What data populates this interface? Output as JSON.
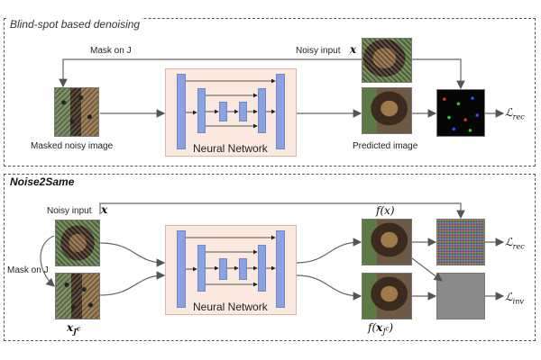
{
  "top_panel": {
    "title": "Blind-spot based denoising",
    "mask_label": "Mask on J",
    "noisy_input_label": "Noisy input",
    "noisy_input_symbol": "x",
    "masked_caption": "Masked noisy image",
    "nn_label": "Neural Network",
    "predicted_caption": "Predicted image",
    "loss_label": "ℒ",
    "loss_sub": "rec"
  },
  "bottom_panel": {
    "title": "Noise2Same",
    "noisy_input_label": "Noisy input",
    "noisy_input_symbol": "x",
    "mask_label": "Mask on J",
    "masked_symbol": "x",
    "masked_sub": "J",
    "masked_sup": "c",
    "nn_label": "Neural Network",
    "fx_label": "f(x)",
    "fxj_prefix": "f(",
    "fxj_x": "x",
    "fxj_sub": "J",
    "fxj_sup": "c",
    "fxj_suffix": ")",
    "loss_rec_label": "ℒ",
    "loss_rec_sub": "rec",
    "loss_inv_label": "ℒ",
    "loss_inv_sub": "inv"
  },
  "colors": {
    "nn_fill": "#fbe9df",
    "bar_fill": "#8aa2e0",
    "wire": "#666666",
    "dog_dark": "#3b2a1e",
    "dog_tan": "#a07a4a",
    "foliage": "#4e6b3a"
  },
  "icons": [
    "dog-photo",
    "noise-patch",
    "residual-map",
    "neural-network-block"
  ]
}
